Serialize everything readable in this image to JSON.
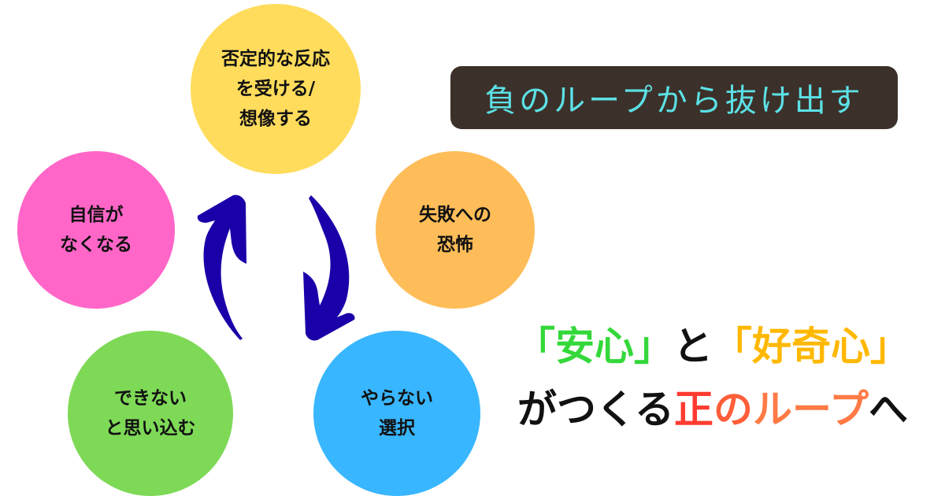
{
  "title": "負のループから抜け出す",
  "cycle": [
    {
      "label": "否定的な反応\nを受ける/\n想像する",
      "color": "#ffdc5c"
    },
    {
      "label": "失敗への\n恐怖",
      "color": "#ffbd59"
    },
    {
      "label": "やらない\n選択",
      "color": "#38b6ff"
    },
    {
      "label": "できない\nと思い込む",
      "color": "#7ed957"
    },
    {
      "label": "自信が\nなくなる",
      "color": "#ff66c8"
    }
  ],
  "arrow_color": "#1a00a8",
  "tagline": {
    "line1": {
      "part1": "「安心」",
      "part2": "と",
      "part3": "「好奇心」"
    },
    "line2": {
      "part1": "がつくる",
      "part2": "正",
      "part3": "の",
      "part4": "ループ",
      "part5": "へ"
    }
  }
}
